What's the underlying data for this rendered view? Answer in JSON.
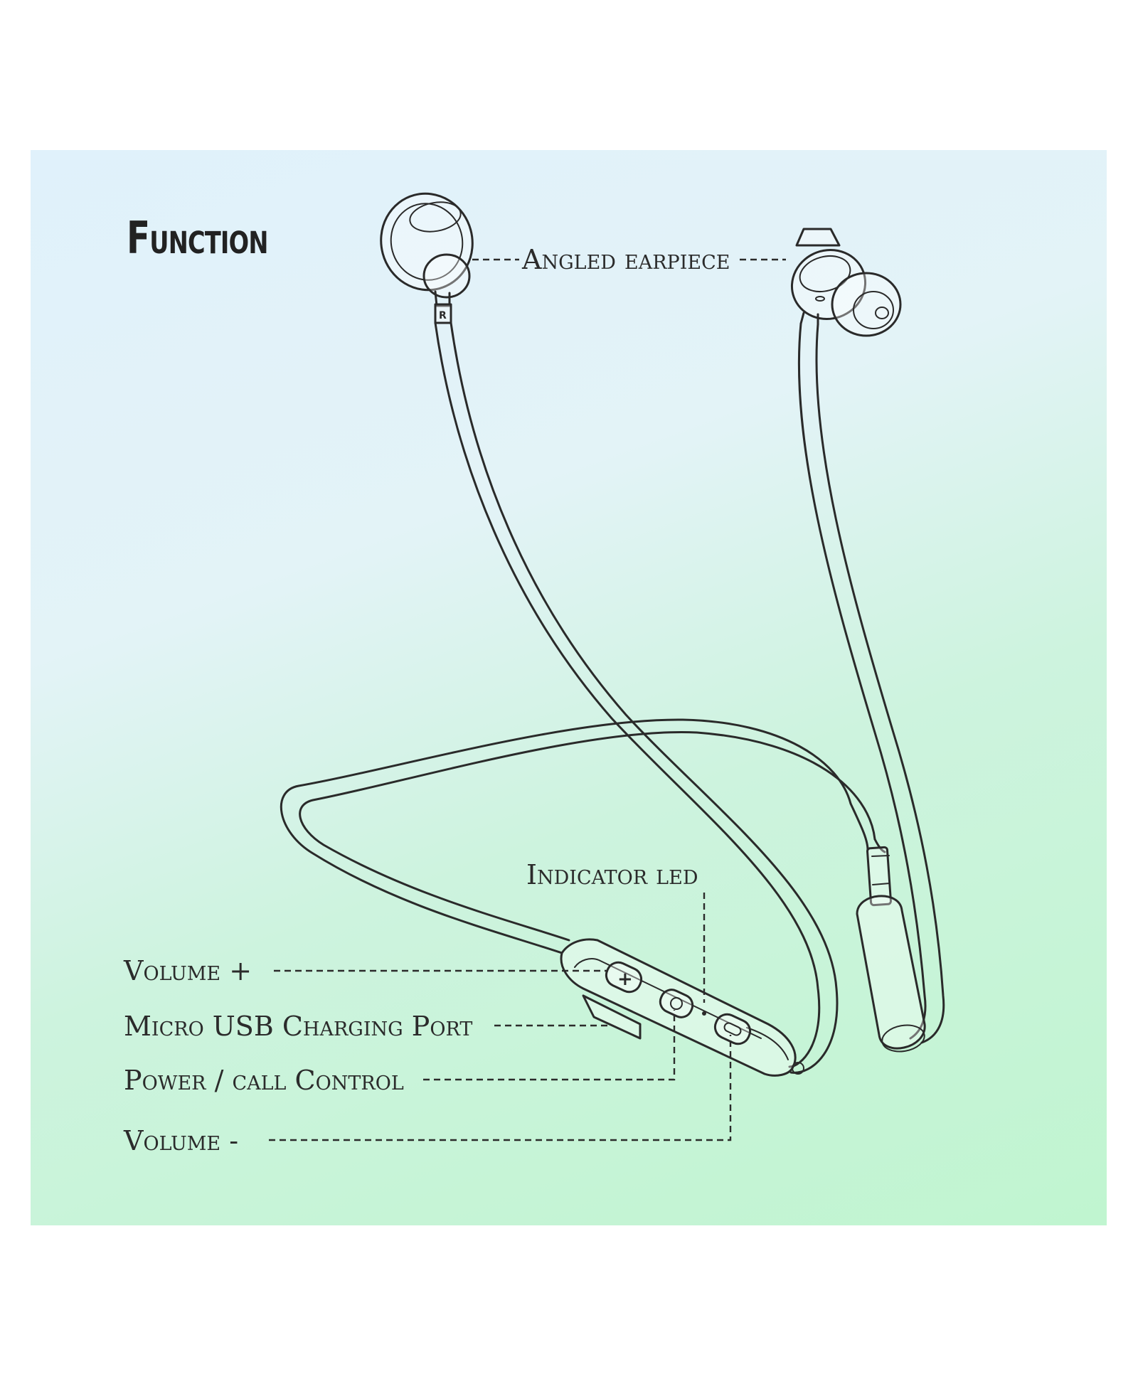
{
  "title": "Function",
  "labels": {
    "angled_earpiece": "Angled earpiece",
    "indicator_led": "Indicator led",
    "volume_plus": "Volume +",
    "micro_usb": "Micro USB  Charging Port",
    "power_call": "Power / call Control",
    "volume_minus": "Volume -"
  },
  "earpiece_mark": "R",
  "colors": {
    "panel_top": "#e0f1fb",
    "panel_bottom": "#c0f5d0",
    "ink": "#2a2a2a"
  }
}
